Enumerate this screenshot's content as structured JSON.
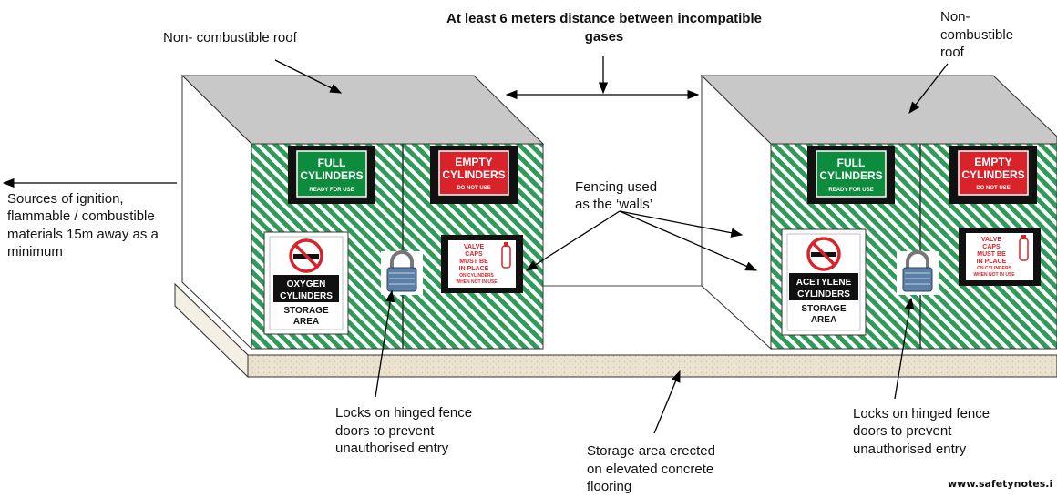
{
  "colors": {
    "roof": "#c8c8c8",
    "fence_green": "#2f9a5a",
    "floor": "#e8e0cc",
    "sign_green": "#0e8c3e",
    "sign_red": "#d9232b",
    "lock_blue": "#5b7fa6"
  },
  "labels": {
    "distance": [
      "At least 6 meters distance between incompatible",
      "gases"
    ],
    "roof_left": "Non- combustible roof",
    "roof_right": [
      "Non-",
      "combustible",
      "roof"
    ],
    "ignition": [
      "Sources of ignition,",
      "flammable / combustible",
      "materials 15m away as a",
      "minimum"
    ],
    "fencing": [
      "Fencing used",
      "as the ‘walls’"
    ],
    "locks_left": [
      "Locks on hinged fence",
      "doors to prevent",
      "unauthorised entry"
    ],
    "locks_right": [
      "Locks on hinged fence",
      "doors to prevent",
      "unauthorised entry"
    ],
    "floor": [
      "Storage area erected",
      "on elevated concrete",
      "flooring"
    ],
    "website": "www.safetynotes.i"
  },
  "signs": {
    "full": [
      "FULL",
      "CYLINDERS",
      "READY FOR USE"
    ],
    "empty": [
      "EMPTY",
      "CYLINDERS",
      "DO NOT USE"
    ],
    "valve": [
      "VALVE",
      "CAPS",
      "MUST BE",
      "IN PLACE",
      "ON CYLINDERS",
      "WHEN NOT IN USE"
    ],
    "oxygen": [
      "OXYGEN",
      "CYLINDERS",
      "STORAGE",
      "AREA"
    ],
    "acetylene": [
      "ACETYLENE",
      "CYLINDERS",
      "STORAGE",
      "AREA"
    ]
  },
  "icons": {
    "padlock": "padlock-icon",
    "no_smoking": "no-smoking-icon",
    "cylinder": "gas-cylinder-icon"
  }
}
